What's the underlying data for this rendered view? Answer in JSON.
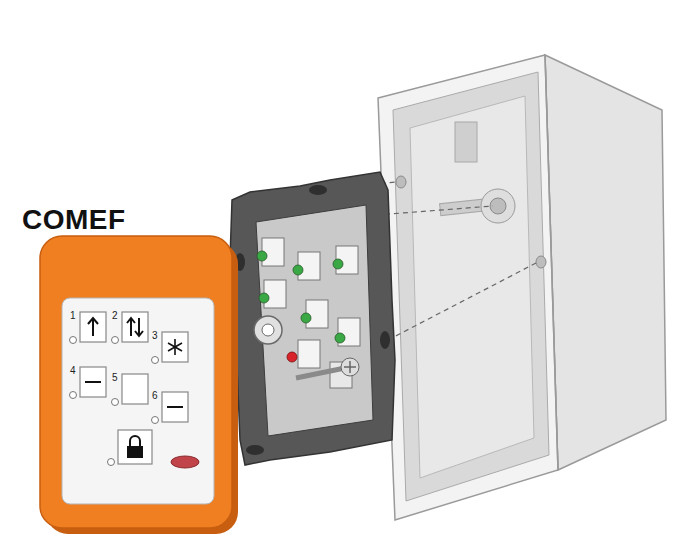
{
  "diagram": {
    "labels": [
      "COMEF",
      "1",
      "2",
      "3",
      "4",
      "5",
      "6"
    ]
  }
}
